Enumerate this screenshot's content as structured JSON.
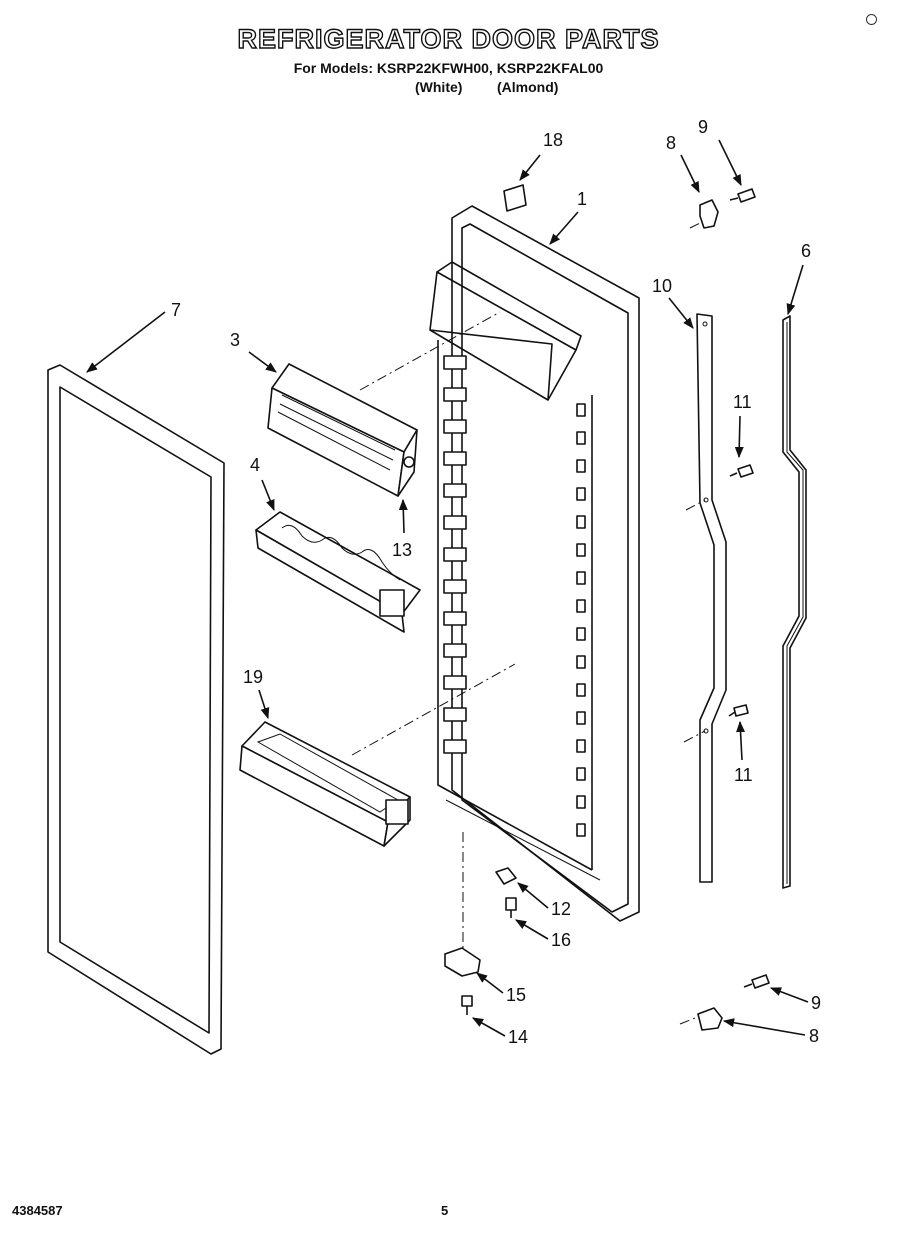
{
  "header": {
    "title": "REFRIGERATOR DOOR PARTS",
    "subtitle": "For Models: KSRP22KFWH00, KSRP22KFAL00",
    "color_white": "(White)",
    "color_almond": "(Almond)"
  },
  "footer": {
    "doc_number": "4384587",
    "page_number": "5"
  },
  "callouts": {
    "c1": "1",
    "c3": "3",
    "c4": "4",
    "c6": "6",
    "c7": "7",
    "c8_top": "8",
    "c9_top": "9",
    "c10": "10",
    "c11_top": "11",
    "c11_bottom": "11",
    "c12": "12",
    "c13": "13",
    "c14": "14",
    "c15": "15",
    "c16": "16",
    "c18": "18",
    "c19": "19",
    "c9_bottom": "9",
    "c8_bottom": "8"
  }
}
